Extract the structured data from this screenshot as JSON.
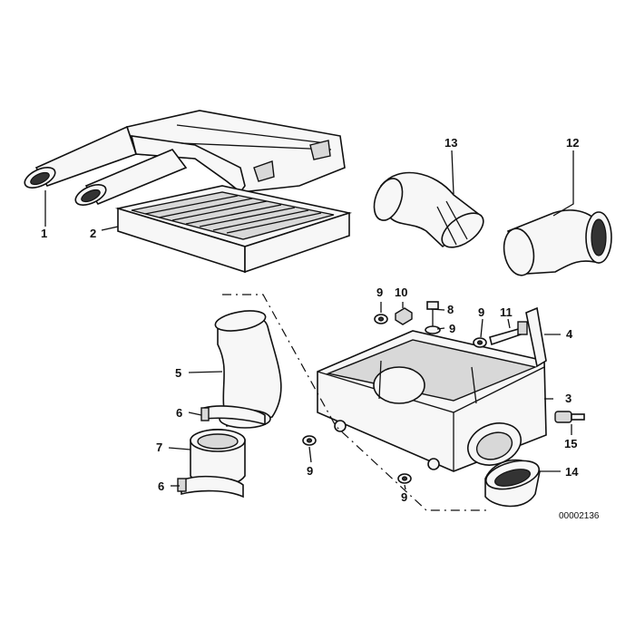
{
  "diagram": {
    "code": "00002136",
    "labels": [
      {
        "id": "1",
        "text": "1"
      },
      {
        "id": "2",
        "text": "2"
      },
      {
        "id": "3",
        "text": "3"
      },
      {
        "id": "4",
        "text": "4"
      },
      {
        "id": "5",
        "text": "5"
      },
      {
        "id": "6a",
        "text": "6"
      },
      {
        "id": "6b",
        "text": "6"
      },
      {
        "id": "7",
        "text": "7"
      },
      {
        "id": "8",
        "text": "8"
      },
      {
        "id": "9a",
        "text": "9"
      },
      {
        "id": "9b",
        "text": "9"
      },
      {
        "id": "9c",
        "text": "9"
      },
      {
        "id": "9d",
        "text": "9"
      },
      {
        "id": "9e",
        "text": "9"
      },
      {
        "id": "10",
        "text": "10"
      },
      {
        "id": "11",
        "text": "11"
      },
      {
        "id": "12",
        "text": "12"
      },
      {
        "id": "13",
        "text": "13"
      },
      {
        "id": "14",
        "text": "14"
      },
      {
        "id": "15",
        "text": "15"
      }
    ]
  }
}
